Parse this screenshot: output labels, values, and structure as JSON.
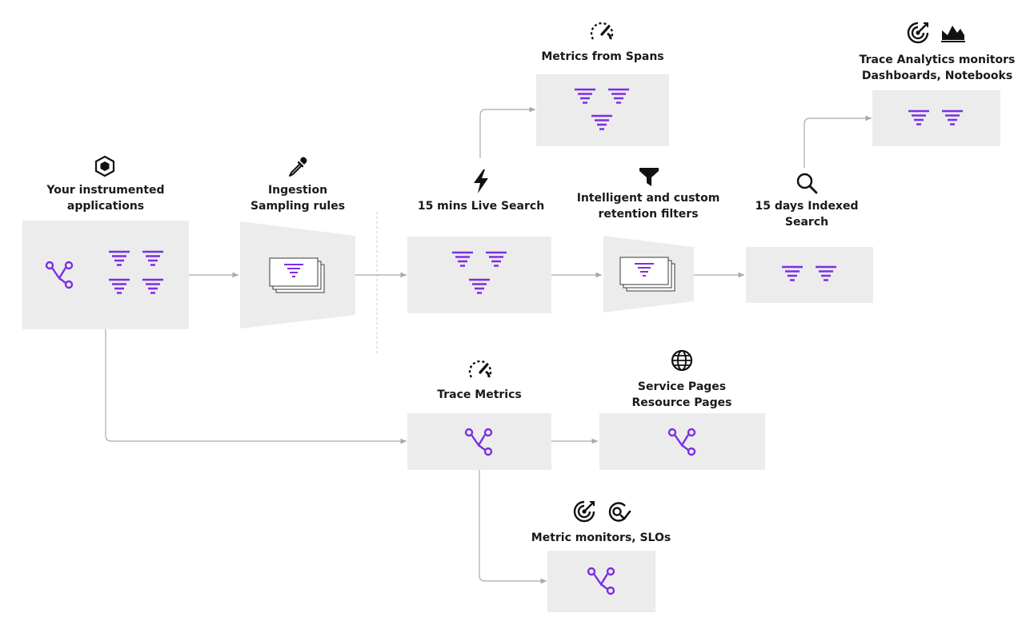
{
  "diagram": {
    "nodes": {
      "apps": {
        "lines": [
          "Your instrumented",
          "applications"
        ],
        "icon": "hexagon-icon"
      },
      "ingestion": {
        "lines": [
          "Ingestion",
          "Sampling rules"
        ],
        "icon": "pipette-icon"
      },
      "live_search": {
        "lines": [
          "15 mins Live Search"
        ],
        "icon": "bolt-icon"
      },
      "metrics_spans": {
        "lines": [
          "Metrics from Spans"
        ],
        "icon": "gauge-icon"
      },
      "retention": {
        "lines": [
          "Intelligent and custom",
          "retention filters"
        ],
        "icon": "funnel-icon"
      },
      "indexed": {
        "lines": [
          "15 days Indexed",
          "Search"
        ],
        "icon": "search-icon"
      },
      "analytics": {
        "lines": [
          "Trace Analytics monitors",
          "Dashboards, Notebooks"
        ],
        "icons": [
          "monitor-target-icon",
          "area-chart-icon"
        ]
      },
      "trace_metrics": {
        "lines": [
          "Trace Metrics"
        ],
        "icon": "gauge-icon"
      },
      "service_pages": {
        "lines": [
          "Service Pages",
          "Resource Pages"
        ],
        "icon": "globe-icon"
      },
      "monitors_slos": {
        "lines": [
          "Metric monitors, SLOs"
        ],
        "icons": [
          "monitor-target-icon",
          "slo-icon"
        ]
      }
    },
    "colors": {
      "accent": "#7b2fe3",
      "box_fill": "#ececec",
      "connector": "#a9a9a9",
      "text": "#1a1a1a"
    }
  }
}
